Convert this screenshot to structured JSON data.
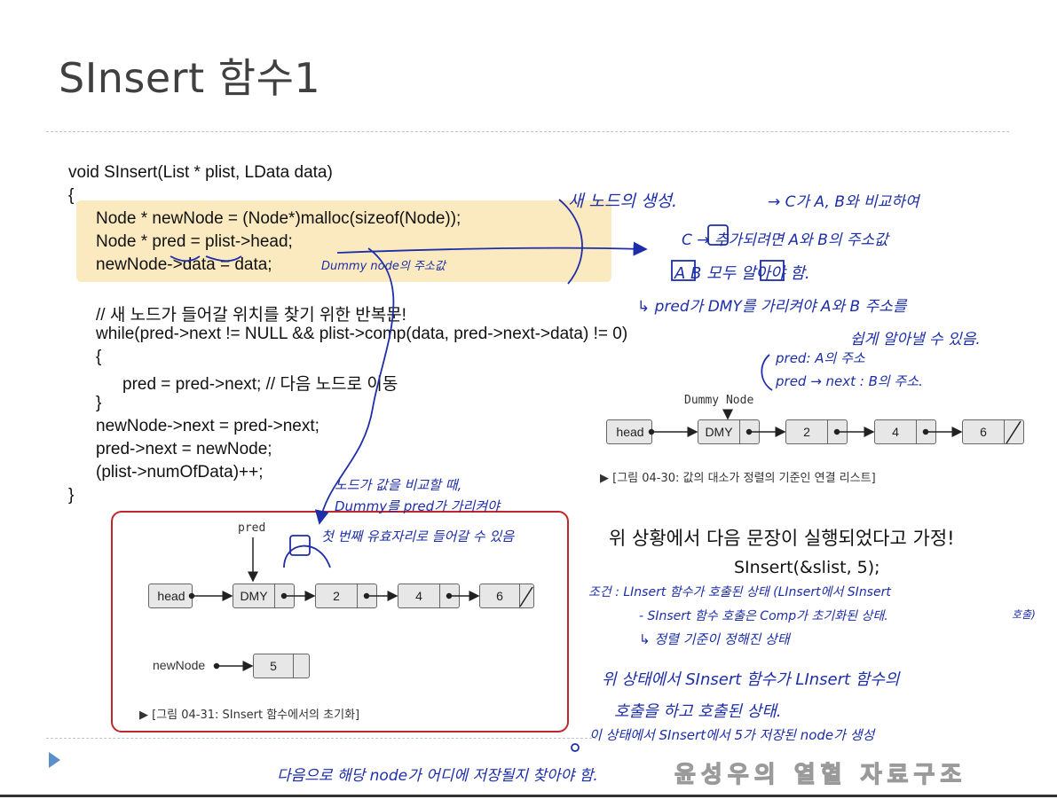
{
  "slide": {
    "title": "SInsert 함수1"
  },
  "code": {
    "lines": [
      "void SInsert(List * plist, LData data)",
      "{",
      "Node * newNode = (Node*)malloc(sizeof(Node));",
      "Node * pred = plist->head;",
      "newNode->data = data;",
      "// 새 노드가 들어갈 위치를 찾기 위한 반복문!",
      "while(pred->next != NULL && plist->comp(data, pred->next->data) != 0)",
      "{",
      "pred = pred->next; // 다음 노드로 이동",
      "}",
      "newNode->next = pred->next;",
      "pred->next = newNode;",
      "(plist->numOfData)++;",
      "}"
    ]
  },
  "figure30": {
    "dummy_label": "Dummy Node",
    "head_label": "head",
    "nodes": [
      "DMY",
      "2",
      "4",
      "6"
    ],
    "caption": "▶ [그림 04-30: 값의 대소가 정렬의 기준인 연결 리스트]"
  },
  "figure31": {
    "pred_label": "pred",
    "head_label": "head",
    "nodes": [
      "DMY",
      "2",
      "4",
      "6"
    ],
    "newnode_label": "newNode",
    "newnode_value": "5",
    "caption": "▶ [그림 04-31: SInsert 함수에서의 초기화]"
  },
  "text": {
    "assumption": "위 상황에서 다음 문장이 실행되었다고 가정!",
    "call": "SInsert(&slist, 5);"
  },
  "handwriting": {
    "n1": "새 노드의 생성.",
    "n2": "→ C가 A, B와 비교하여",
    "n3": "C → 추가되려면 A와 B의 주소값",
    "n4": "A    B 모두 알아야 함.",
    "n5": "↳ pred가 DMY를 가리켜야 A와 B 주소를",
    "n6": "쉽게 알아낼 수 있음.",
    "n7": "pred: A의 주소",
    "n8": "pred → next : B의 주소.",
    "n9": "Dummy node의 주소값",
    "n10": "노드가 값을 비교할 때,",
    "n11": "Dummy를 pred가 가리켜야",
    "n12": "첫 번째 유효자리로 들어갈 수 있음",
    "n13": "조건 : LInsert 함수가 호출된 상태 (LInsert에서 SInsert",
    "n14": "- SInsert 함수 호출은 Comp가 초기화된 상태.",
    "n15": "호출)",
    "n16": "↳ 정렬 기준이 정해진 상태",
    "n17": "위 상태에서 SInsert 함수가 LInsert 함수의",
    "n18": "호출을 하고 호출된 상태.",
    "n19": "이 상태에서 SInsert에서 5가 저장된 node가 생성",
    "n20": "다음으로 해당 node가 어디에 저장될지 찾아야 함."
  },
  "watermark": "윤성우의 열혈 자료구조",
  "colors": {
    "highlight": "#fbeac0",
    "ink": "#1d2ea8",
    "frame": "#c0272d",
    "bullet": "#5a8fc9"
  }
}
